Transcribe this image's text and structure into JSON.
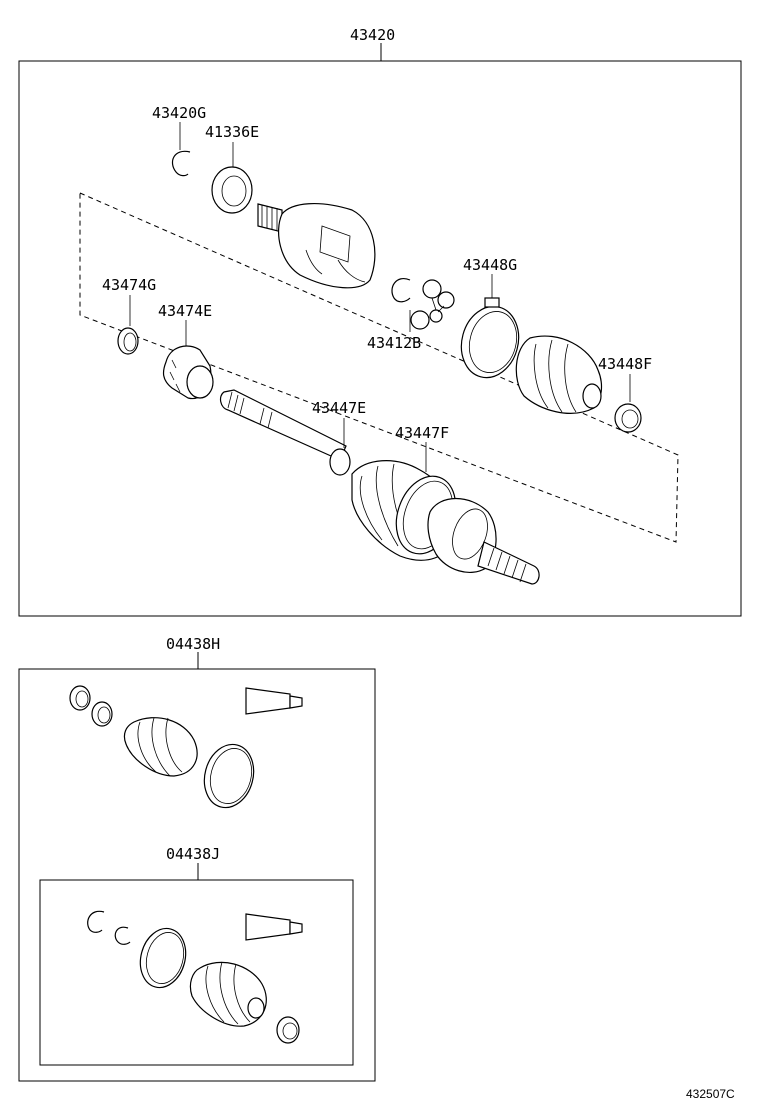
{
  "labels": {
    "assembly": "43420",
    "part_43420g": "43420G",
    "part_41336e": "41336E",
    "part_43474g": "43474G",
    "part_43474e": "43474E",
    "part_43448g": "43448G",
    "part_43412b": "43412B",
    "part_43448f": "43448F",
    "part_43447e": "43447E",
    "part_43447f": "43447F",
    "kit_04438h": "04438H",
    "kit_04438j": "04438J"
  },
  "reference_code": "432507C"
}
